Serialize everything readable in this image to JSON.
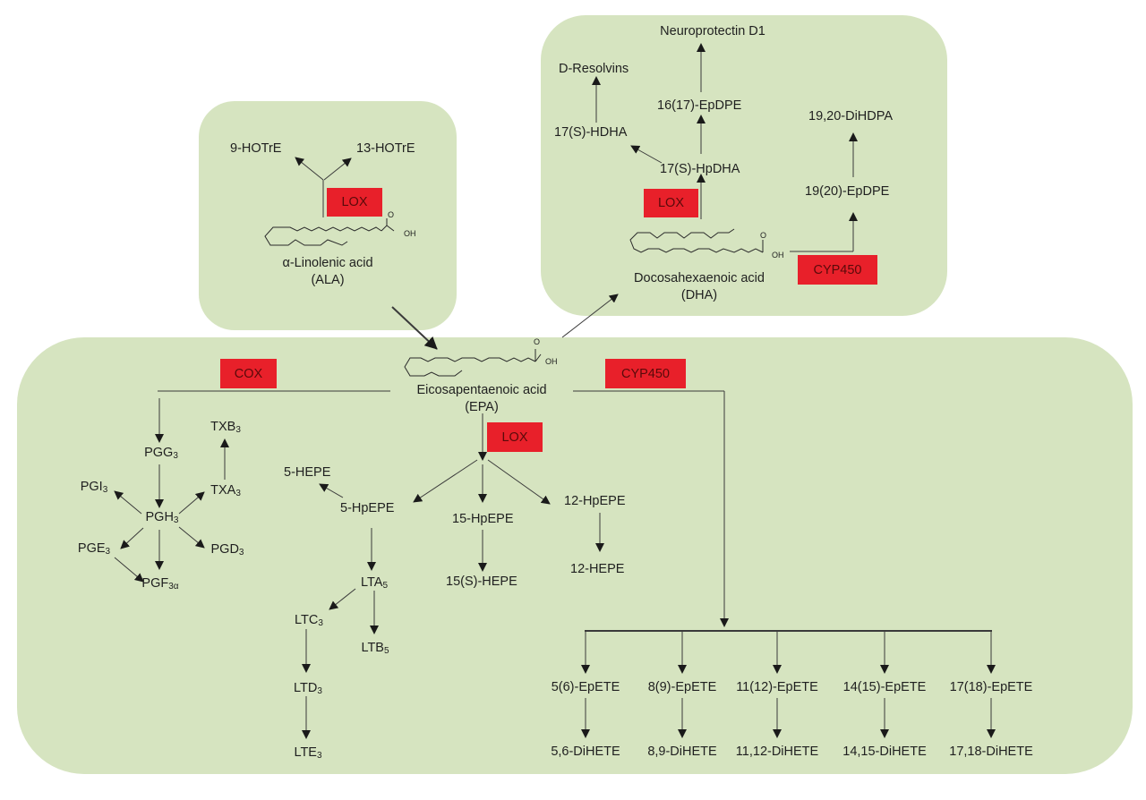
{
  "colors": {
    "panel": "#d6e4c0",
    "enzyme": "#e8202a",
    "line": "#222222"
  },
  "ala": {
    "name": "α-Linolenic acid",
    "abbr": "(ALA)",
    "enzyme": "LOX",
    "products": [
      "9-HOTrE",
      "13-HOTrE"
    ]
  },
  "dha": {
    "name": "Docosahexaenoic acid",
    "abbr": "(DHA)",
    "enzymes": {
      "lox": "LOX",
      "cyp": "CYP450"
    },
    "metabolites": {
      "neuroprotectin": "Neuroprotectin D1",
      "resolvins": "D-Resolvins",
      "epdpe16": "16(17)-EpDPE",
      "hdha": "17(S)-HDHA",
      "hpdha": "17(S)-HpDHA",
      "dihdpa": "19,20-DiHDPA",
      "epdpe19": "19(20)-EpDPE"
    },
    "oh": "OH",
    "o": "O"
  },
  "epa": {
    "name": "Eicosapentaenoic acid",
    "abbr": "(EPA)",
    "oh": "OH",
    "o": "O",
    "enzymes": {
      "cox": "COX",
      "cyp": "CYP450",
      "lox": "LOX"
    },
    "cox_products": {
      "pgg": {
        "base": "PGG",
        "sub": "3"
      },
      "pgh": {
        "base": "PGH",
        "sub": "3"
      },
      "pgi": {
        "base": "PGI",
        "sub": "3"
      },
      "txa": {
        "base": "TXA",
        "sub": "3"
      },
      "txb": {
        "base": "TXB",
        "sub": "3"
      },
      "pge": {
        "base": "PGE",
        "sub": "3"
      },
      "pgd": {
        "base": "PGD",
        "sub": "3"
      },
      "pgf": {
        "base": "PGF",
        "sub": "3α"
      }
    },
    "lox_products": {
      "hepe5": "5-HEPE",
      "hpepe5": "5-HpEPE",
      "hpepe15": "15-HpEPE",
      "hpepe12": "12-HpEPE",
      "hepe12": "12-HEPE",
      "hepe15s": "15(S)-HEPE",
      "lta": {
        "base": "LTA",
        "sub": "5"
      },
      "ltc": {
        "base": "LTC",
        "sub": "3"
      },
      "ltb": {
        "base": "LTB",
        "sub": "5"
      },
      "ltd": {
        "base": "LTD",
        "sub": "3"
      },
      "lte": {
        "base": "LTE",
        "sub": "3"
      }
    },
    "cyp_products": [
      {
        "epete": "5(6)-EpETE",
        "dihete": "5,6-DiHETE"
      },
      {
        "epete": "8(9)-EpETE",
        "dihete": "8,9-DiHETE"
      },
      {
        "epete": "11(12)-EpETE",
        "dihete": "11,12-DiHETE"
      },
      {
        "epete": "14(15)-EpETE",
        "dihete": "14,15-DiHETE"
      },
      {
        "epete": "17(18)-EpETE",
        "dihete": "17,18-DiHETE"
      }
    ]
  }
}
